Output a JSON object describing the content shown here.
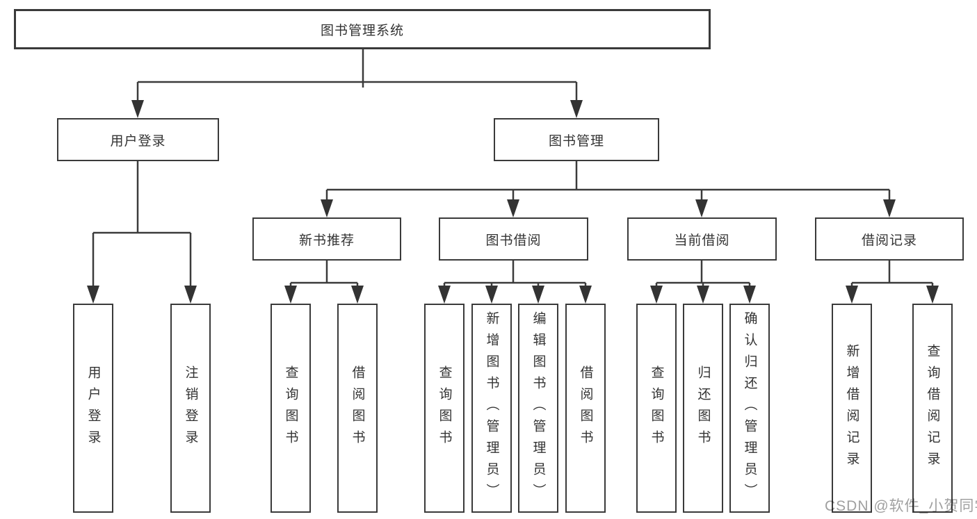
{
  "diagram_title": "图书管理系统",
  "tree": {
    "root": {
      "label": "图书管理系统"
    },
    "branches": [
      {
        "label": "用户登录",
        "children": [
          {
            "label": "用户登录"
          },
          {
            "label": "注销登录"
          }
        ]
      },
      {
        "label": "图书管理",
        "children": [
          {
            "label": "新书推荐",
            "children": [
              {
                "label": "查询图书"
              },
              {
                "label": "借阅图书"
              }
            ]
          },
          {
            "label": "图书借阅",
            "children": [
              {
                "label": "查询图书"
              },
              {
                "label": "新增图书（管理员）"
              },
              {
                "label": "编辑图书（管理员）"
              },
              {
                "label": "借阅图书"
              }
            ]
          },
          {
            "label": "当前借阅",
            "children": [
              {
                "label": "查询图书"
              },
              {
                "label": "归还图书"
              },
              {
                "label": "确认归还（管理员）"
              }
            ]
          },
          {
            "label": "借阅记录",
            "children": [
              {
                "label": "新增借阅记录"
              },
              {
                "label": "查询借阅记录"
              }
            ]
          }
        ]
      }
    ]
  },
  "watermark": "CSDN @软件_小贺同学",
  "colors": {
    "line": "#3b3b3b",
    "text": "#333333",
    "background": "#ffffff",
    "watermark": "#a0a0a0"
  }
}
